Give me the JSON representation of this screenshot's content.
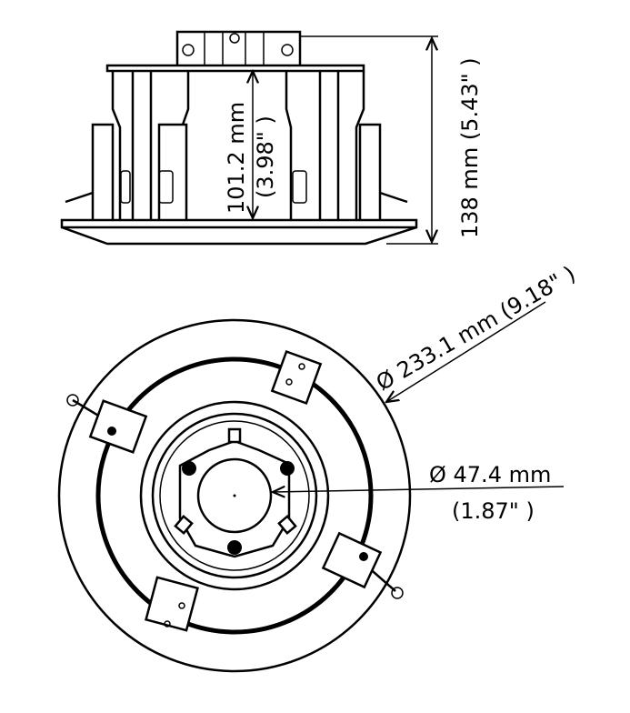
{
  "side_view": {
    "inner_height_label": "101.2 mm",
    "inner_height_inch": "(3.98\" )",
    "total_height_label": "138 mm (5.43\" )"
  },
  "bottom_view": {
    "outer_diameter_label": "Ø 233.1 mm (9.18\" )",
    "inner_diameter_label": "Ø 47.4 mm",
    "inner_diameter_inch": "(1.87\" )"
  },
  "colors": {
    "line": "#000000",
    "background": "#ffffff"
  }
}
